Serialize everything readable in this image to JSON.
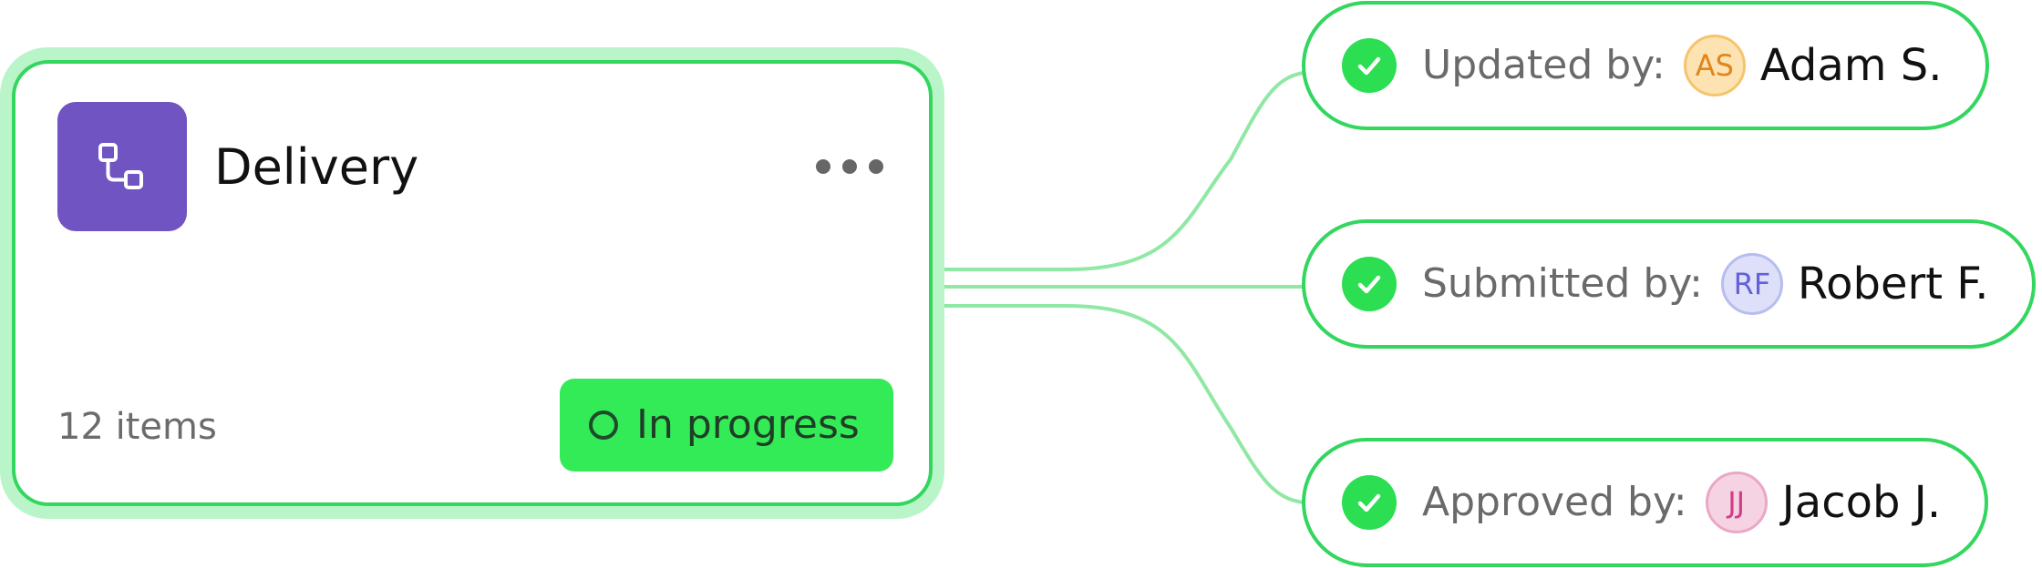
{
  "card": {
    "title": "Delivery",
    "item_count": "12 items",
    "status": "In progress",
    "icon": "workflow-icon",
    "more_icon": "more-horizontal-icon",
    "status_icon": "circle-outline-icon"
  },
  "approvals": [
    {
      "label": "Updated by:",
      "initials": "AS",
      "name": "Adam S.",
      "avatar_bg": "#fde3b2",
      "avatar_border": "#f5c46c",
      "avatar_text": "#e0861b"
    },
    {
      "label": "Submitted by:",
      "initials": "RF",
      "name": "Robert F.",
      "avatar_bg": "#dde0f8",
      "avatar_border": "#b7bdf0",
      "avatar_text": "#6560d4"
    },
    {
      "label": "Approved by:",
      "initials": "JJ",
      "name": "Jacob J.",
      "avatar_bg": "#f6d3e3",
      "avatar_border": "#e8a8c6",
      "avatar_text": "#d03e86"
    }
  ],
  "colors": {
    "accent_green": "#33d65e",
    "status_green": "#33ea57",
    "icon_purple": "#7054c2",
    "connector": "#8fe8a4"
  }
}
